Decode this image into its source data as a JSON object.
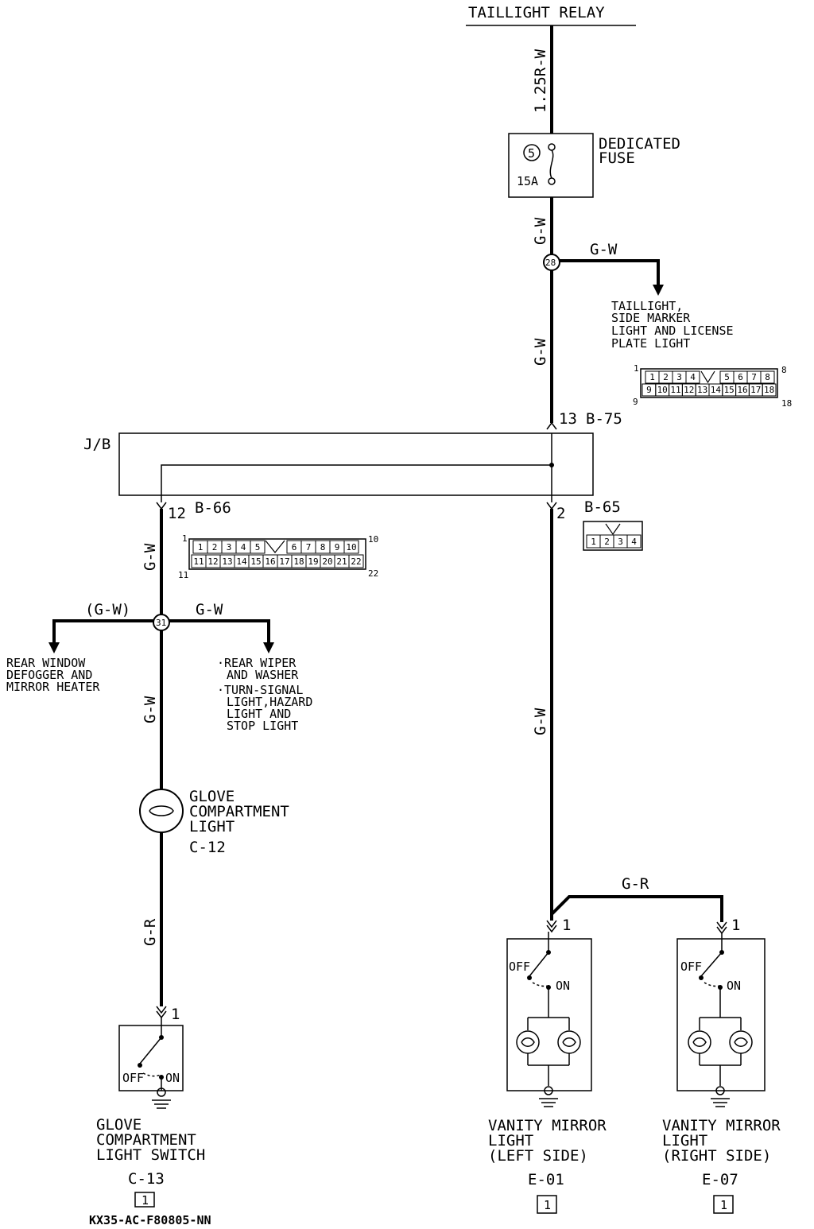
{
  "taillight_relay": "TAILLIGHT RELAY",
  "wire_top": "1.25R-W",
  "fuse": {
    "line1": "DEDICATED",
    "line2": "FUSE",
    "number": "5",
    "rating": "15A"
  },
  "wires": {
    "gw_below_fuse": "G-W",
    "gw_branch_right": "G-W",
    "gw_main_upper": "G-W",
    "gw_left_jb": "G-W",
    "gw_left_lower": "G-W",
    "gw_right_lower": "G-W",
    "gw_branch_left": "(G-W)",
    "gw_branch_mid": "G-W",
    "gr_left": "G-R",
    "gr_mirror": "G-R"
  },
  "junction_28": "28",
  "junction_31": "31",
  "taillight_dest": {
    "l1": "TAILLIGHT,",
    "l2": "SIDE MARKER",
    "l3": "LIGHT AND LICENSE",
    "l4": "PLATE LIGHT"
  },
  "conn_b75": {
    "top": [
      "1",
      "2",
      "3",
      "4",
      "5",
      "6",
      "7",
      "8"
    ],
    "bottom": [
      "9",
      "10",
      "11",
      "12",
      "13",
      "14",
      "15",
      "16",
      "17",
      "18"
    ],
    "left_top": "1",
    "right_top": "8",
    "left_bottom": "9",
    "right_bottom": "18"
  },
  "jb": {
    "label": "J/B",
    "pin_top": "13",
    "conn_top": "B-75",
    "pin_left": "12",
    "conn_left": "B-66",
    "pin_right": "2",
    "conn_right": "B-65"
  },
  "conn_b66": {
    "top": [
      "1",
      "2",
      "3",
      "4",
      "5",
      "6",
      "7",
      "8",
      "9",
      "10"
    ],
    "bottom": [
      "11",
      "12",
      "13",
      "14",
      "15",
      "16",
      "17",
      "18",
      "19",
      "20",
      "21",
      "22"
    ],
    "left_top": "1",
    "right_top": "10",
    "left_bottom": "11",
    "right_bottom": "22"
  },
  "conn_b65": {
    "pins": [
      "1",
      "2",
      "3",
      "4"
    ]
  },
  "dest_left": {
    "l1": "REAR WINDOW",
    "l2": "DEFOGGER AND",
    "l3": "MIRROR HEATER"
  },
  "dest_mid": {
    "l1": "·REAR WIPER",
    "l2": "AND WASHER",
    "l3": "·TURN-SIGNAL",
    "l4": "LIGHT,HAZARD",
    "l5": "LIGHT AND",
    "l6": "STOP LIGHT"
  },
  "glove_light": {
    "l1": "GLOVE",
    "l2": "COMPARTMENT",
    "l3": "LIGHT",
    "conn": "C-12"
  },
  "glove_switch": {
    "pin": "1",
    "off": "OFF",
    "on": "ON",
    "l1": "GLOVE",
    "l2": "COMPARTMENT",
    "l3": "LIGHT SWITCH",
    "conn": "C-13"
  },
  "mirror_left": {
    "pin": "1",
    "off": "OFF",
    "on": "ON",
    "l1": "VANITY MIRROR",
    "l2": "LIGHT",
    "l3": "(LEFT SIDE)",
    "conn": "E-01",
    "badge": "1"
  },
  "mirror_right": {
    "pin": "1",
    "off": "OFF",
    "on": "ON",
    "l1": "VANITY MIRROR",
    "l2": "LIGHT",
    "l3": "(RIGHT SIDE)",
    "conn": "E-07",
    "badge": "1"
  },
  "glove_switch_badge": "1",
  "footer_code": "KX35-AC-F80805-NN"
}
